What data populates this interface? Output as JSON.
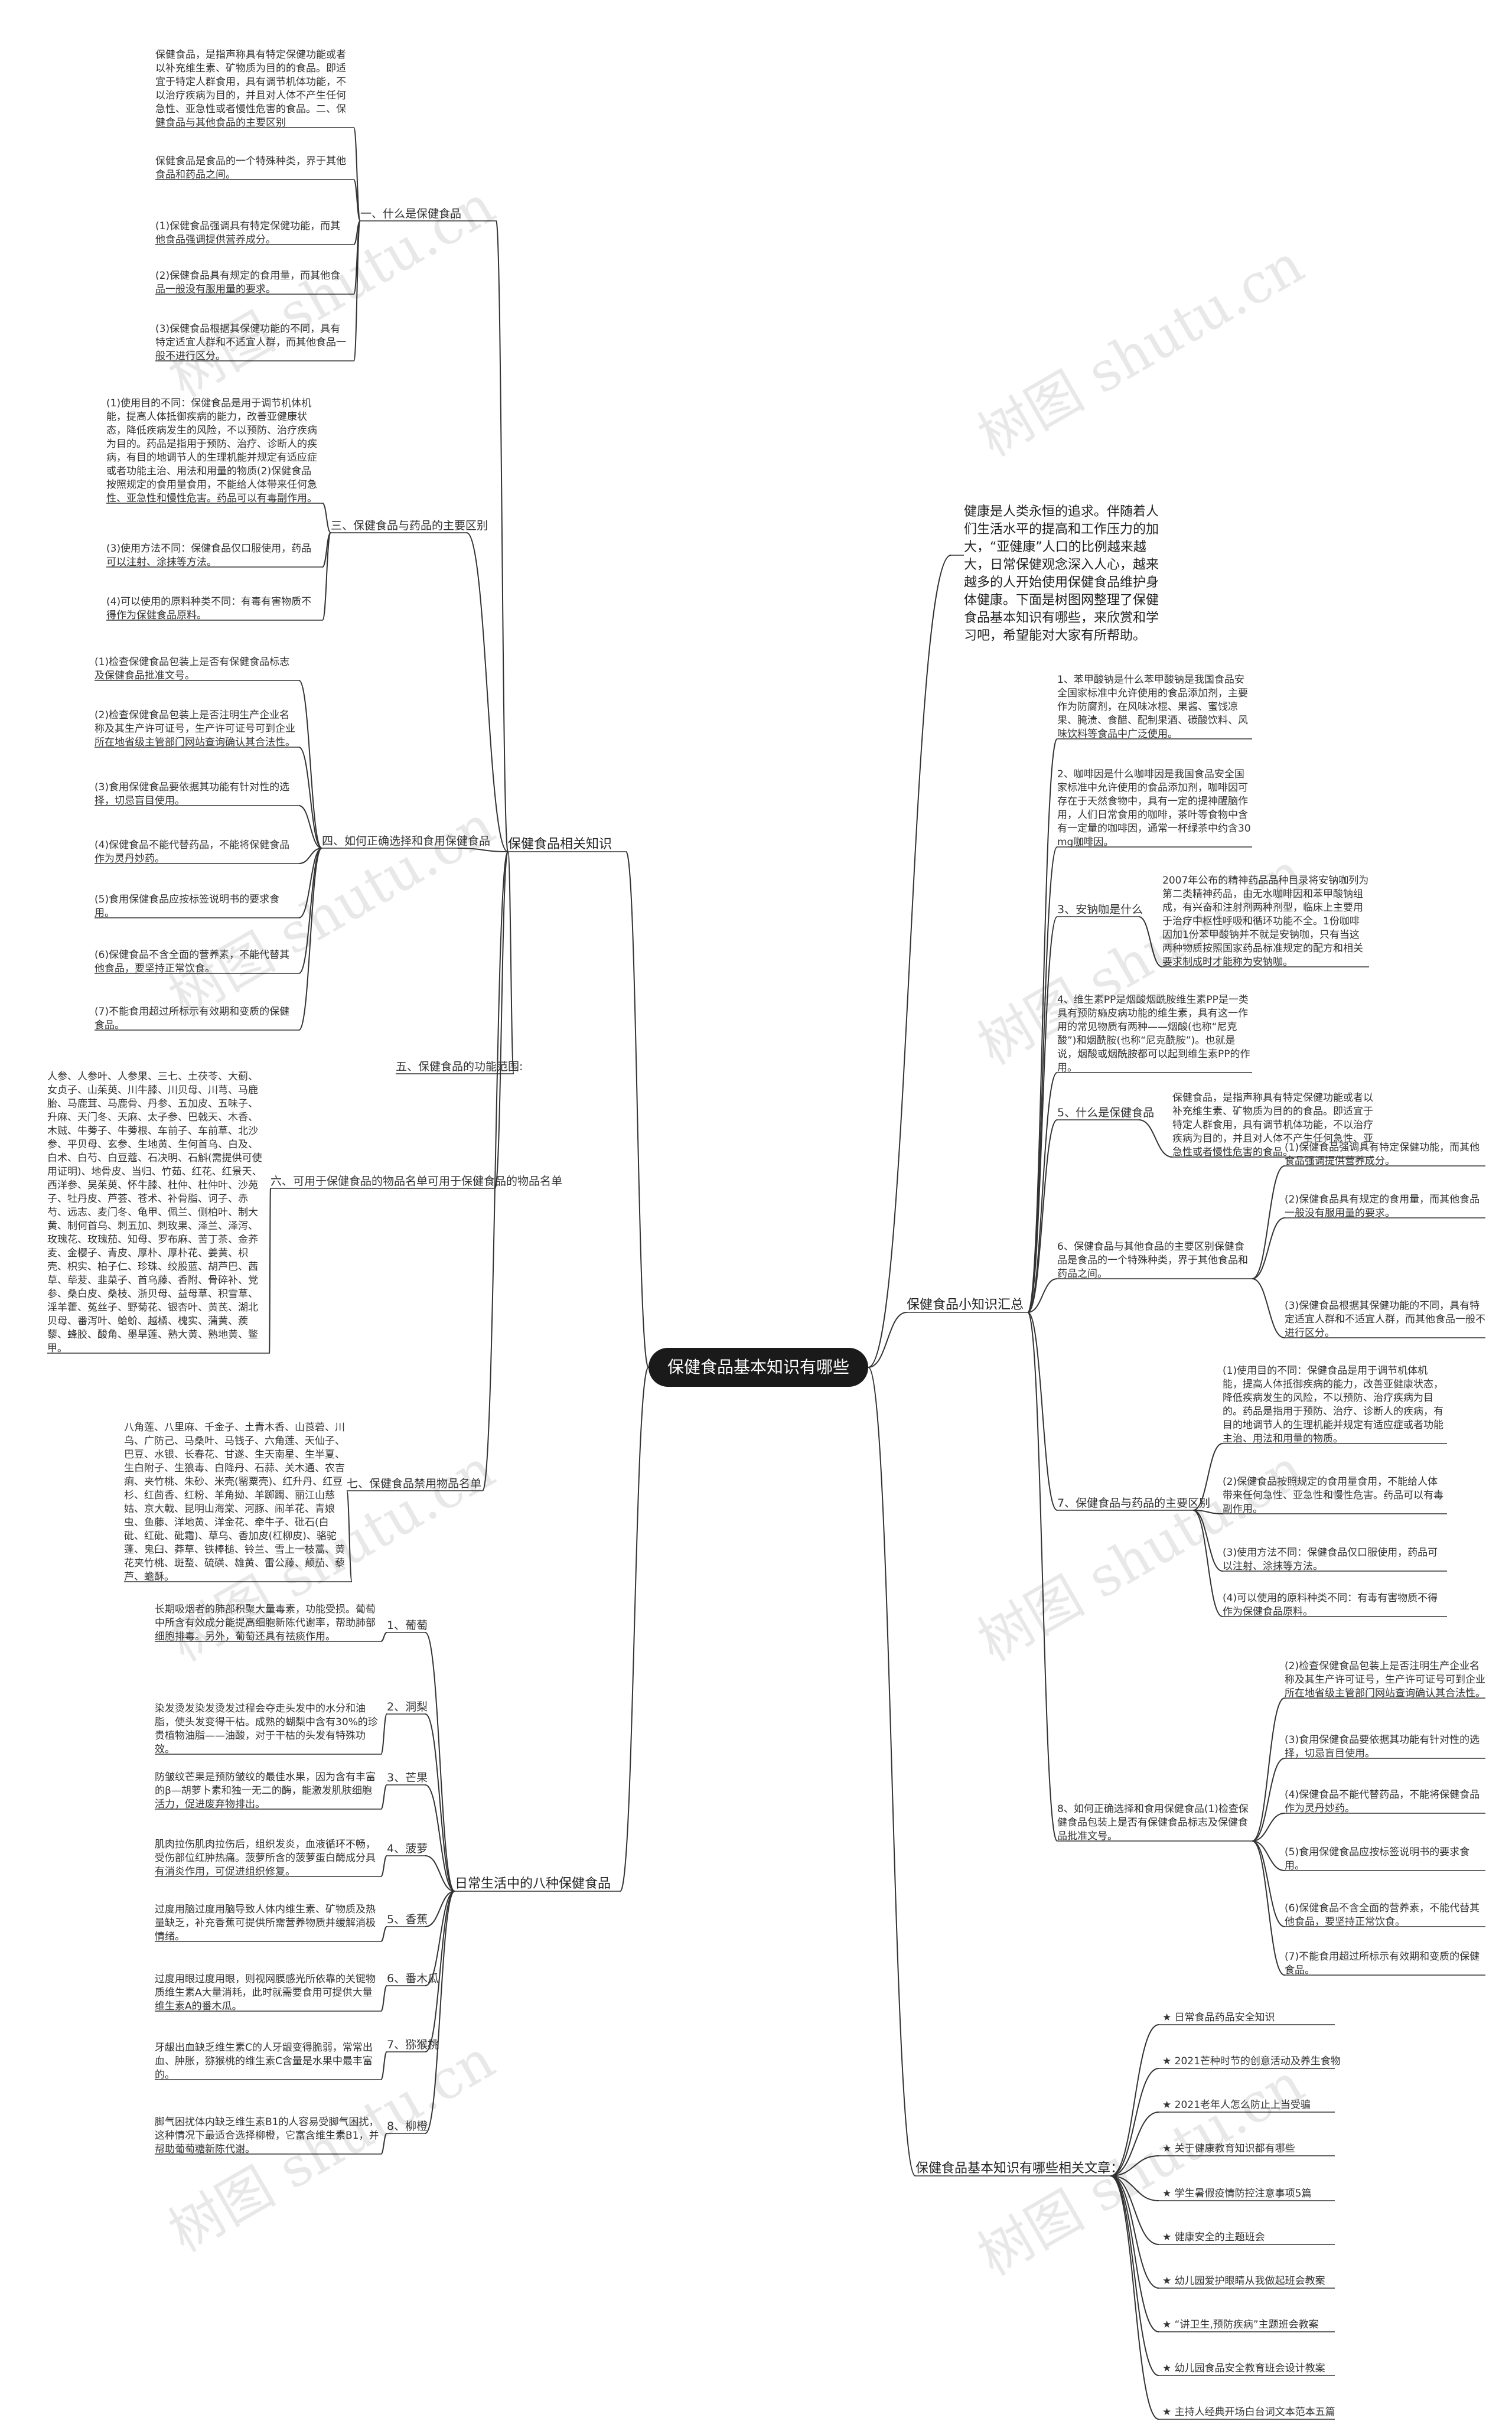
{
  "root": "保健食品基本知识有哪些",
  "watermark": "树图 shutu.cn",
  "intro": "健康是人类永恒的追求。伴随着人们生活水平的提高和工作压力的加大，“亚健康”人口的比例越来越大，日常保健观念深入人心，越来越多的人开始使用保健食品维护身体健康。下面是树图网整理了保健食品基本知识有哪些，来欣赏和学习吧，希望能对大家有所帮助。",
  "left1": {
    "label": "保健食品相关知识",
    "sections": [
      {
        "label": "一、什么是保健食品",
        "items": [
          "保健食品，是指声称具有特定保健功能或者以补充维生素、矿物质为目的的食品。即适宜于特定人群食用，具有调节机体功能，不以治疗疾病为目的，并且对人体不产生任何急性、亚急性或者慢性危害的食品。二、保健食品与其他食品的主要区别",
          "保健食品是食品的一个特殊种类，界于其他食品和药品之间。",
          "(1)保健食品强调具有特定保健功能，而其他食品强调提供营养成分。",
          "(2)保健食品具有规定的食用量，而其他食品一般没有服用量的要求。",
          "(3)保健食品根据其保健功能的不同，具有特定适宜人群和不适宜人群，而其他食品一般不进行区分。"
        ]
      },
      {
        "label": "三、保健食品与药品的主要区别",
        "items": [
          "(1)使用目的不同：保健食品是用于调节机体机能，提高人体抵御疾病的能力，改善亚健康状态，降低疾病发生的风险，不以预防、治疗疾病为目的。药品是指用于预防、治疗、诊断人的疾病，有目的地调节人的生理机能并规定有适应症或者功能主治、用法和用量的物质(2)保健食品按照规定的食用量食用，不能给人体带来任何急性、亚急性和慢性危害。药品可以有毒副作用。",
          "(3)使用方法不同：保健食品仅口服使用，药品可以注射、涂抹等方法。",
          "(4)可以使用的原料种类不同：有毒有害物质不得作为保健食品原料。"
        ]
      },
      {
        "label": "四、如何正确选择和食用保健食品",
        "items": [
          "(1)检查保健食品包装上是否有保健食品标志及保健食品批准文号。",
          "(2)检查保健食品包装上是否注明生产企业名称及其生产许可证号，生产许可证号可到企业所在地省级主管部门网站查询确认其合法性。",
          "(3)食用保健食品要依据其功能有针对性的选择，切忌盲目使用。",
          "(4)保健食品不能代替药品，不能将保健食品作为灵丹妙药。",
          "(5)食用保健食品应按标签说明书的要求食用。",
          "(6)保健食品不含全面的营养素，不能代替其他食品，要坚持正常饮食。",
          "(7)不能食用超过所标示有效期和变质的保健食品。"
        ]
      },
      {
        "label": "五、保健食品的功能范围:",
        "items": []
      },
      {
        "label": "六、可用于保健食品的物品名单可用于保健食品的物品名单",
        "items": [
          "人参、人参叶、人参果、三七、土茯苓、大蓟、女贞子、山茱萸、川牛膝、川贝母、川芎、马鹿胎、马鹿茸、马鹿骨、丹参、五加皮、五味子、升麻、天门冬、天麻、太子参、巴戟天、木香、木贼、牛蒡子、牛蒡根、车前子、车前草、北沙参、平贝母、玄参、生地黄、生何首乌、白及、白术、白芍、白豆蔻、石决明、石斛(需提供可使用证明)、地骨皮、当归、竹茹、红花、红景天、西洋参、吴茱萸、怀牛膝、杜仲、杜仲叶、沙苑子、牡丹皮、芦荟、苍术、补骨脂、诃子、赤芍、远志、麦门冬、龟甲、佩兰、侧柏叶、制大黄、制何首乌、刺五加、刺玫果、泽兰、泽泻、玫瑰花、玫瑰茄、知母、罗布麻、苦丁茶、金荞麦、金樱子、青皮、厚朴、厚朴花、姜黄、枳壳、枳实、柏子仁、珍珠、绞股蓝、胡芦巴、茜草、荜茇、韭菜子、首乌藤、香附、骨碎补、党参、桑白皮、桑枝、浙贝母、益母草、积雪草、淫羊藿、菟丝子、野菊花、银杏叶、黄芪、湖北贝母、番泻叶、蛤蚧、越橘、槐实、蒲黄、蒺藜、蜂胶、酸角、墨旱莲、熟大黄、熟地黄、鳖甲。"
        ]
      },
      {
        "label": "七、保健食品禁用物品名单",
        "items": [
          "八角莲、八里麻、千金子、土青木香、山莨菪、川乌、广防己、马桑叶、马钱子、六角莲、天仙子、巴豆、水银、长春花、甘遂、生天南星、生半夏、生白附子、生狼毒、白降丹、石蒜、关木通、农吉痢、夹竹桃、朱砂、米壳(罂粟壳)、红升丹、红豆杉、红茴香、红粉、羊角拗、羊踯躅、丽江山慈姑、京大戟、昆明山海棠、河豚、闹羊花、青娘虫、鱼藤、洋地黄、洋金花、牵牛子、砒石(白砒、红砒、砒霜)、草乌、香加皮(杠柳皮)、骆驼蓬、鬼臼、莽草、铁棒槌、铃兰、雪上一枝蒿、黄花夹竹桃、斑蝥、硫磺、雄黄、雷公藤、颠茄、藜芦、蟾酥。"
        ]
      }
    ]
  },
  "left2": {
    "label": "日常生活中的八种保健食品",
    "items": [
      {
        "label": "1、葡萄",
        "text": "长期吸烟者的肺部积聚大量毒素，功能受损。葡萄中所含有效成分能提高细胞新陈代谢率，帮助肺部细胞排毒。另外，葡萄还具有祛痰作用。"
      },
      {
        "label": "2、洞梨",
        "text": "染发烫发染发烫发过程会夺走头发中的水分和油脂，使头发变得干枯。成熟的蝴梨中含有30%的珍贵植物油脂——油酸，对于干枯的头发有特殊功效。"
      },
      {
        "label": "3、芒果",
        "text": "防皱纹芒果是预防皱纹的最佳水果，因为含有丰富的β—胡萝卜素和独一无二的酶，能激发肌肤细胞活力，促进废弃物排出。"
      },
      {
        "label": "4、菠萝",
        "text": "肌肉拉伤肌肉拉伤后，组织发炎，血液循环不畅，受伤部位红肿热痛。菠萝所含的菠萝蛋白酶成分具有消炎作用，可促进组织修复。"
      },
      {
        "label": "5、香蕉",
        "text": "过度用脑过度用脑导致人体内维生素、矿物质及热量缺乏，补充香蕉可提供所需营养物质并缓解消极情绪。"
      },
      {
        "label": "6、番木瓜",
        "text": "过度用眼过度用眼，则视网膜感光所依靠的关键物质维生素A大量消耗，此时就需要食用可提供大量维生素A的番木瓜。"
      },
      {
        "label": "7、猕猴桃",
        "text": "牙龈出血缺乏维生素C的人牙龈变得脆弱，常常出血、肿胀，猕猴桃的维生素C含量是水果中最丰富的。"
      },
      {
        "label": "8、柳橙",
        "text": "脚气困扰体内缺乏维生素B1的人容易受脚气困扰，这种情况下最适合选择柳橙，它富含维生素B1，并帮助葡萄糖新陈代谢。"
      }
    ]
  },
  "right1": {
    "label": "保健食品小知识汇总",
    "items": [
      {
        "text": "1、苯甲酸钠是什么苯甲酸钠是我国食品安全国家标准中允许使用的食品添加剂，主要作为防腐剂，在风味冰棍、果酱、蜜饯凉果、腌渍、食醋、配制果酒、碳酸饮料、风味饮料等食品中广泛使用。"
      },
      {
        "text": "2、咖啡因是什么咖啡因是我国食品安全国家标准中允许使用的食品添加剂，咖啡因可存在于天然食物中，具有一定的提神醒脑作用，人们日常食用的咖啡，茶叶等食物中含有一定量的咖啡因，通常一杯绿茶中约含30mg咖啡因。"
      },
      {
        "label": "3、安钠咖是什么",
        "text": "2007年公布的精神药品品种目录将安钠咖列为第二类精神药品，由无水咖啡因和苯甲酸钠组成，有兴奋和注射剂两种剂型，临床上主要用于治疗中枢性呼吸和循环功能不全。1份咖啡因加1份苯甲酸钠并不就是安钠咖，只有当这两种物质按照国家药品标准规定的配方和相关要求制成时才能称为安钠咖。"
      },
      {
        "text": "4、维生素PP是烟酸烟酰胺维生素PP是一类具有预防癞皮病功能的维生素，具有这一作用的常见物质有两种——烟酸(也称“尼克酸”)和烟酰胺(也称“尼克酰胺”)。也就是说，烟酸或烟酰胺都可以起到维生素PP的作用。"
      },
      {
        "label": "5、什么是保健食品",
        "text": "保健食品，是指声称具有特定保健功能或者以补充维生素、矿物质为目的的食品。即适宜于特定人群食用，具有调节机体功能，不以治疗疾病为目的，并且对人体不产生任何急性、亚急性或者慢性危害的食品。"
      },
      {
        "label": "6、保健食品与其他食品的主要区别保健食品是食品的一个特殊种类，界于其他食品和药品之间。",
        "subs": [
          "(1)保健食品强调具有特定保健功能，而其他食品强调提供营养成分。",
          "(2)保健食品具有规定的食用量，而其他食品一般没有服用量的要求。",
          "(3)保健食品根据其保健功能的不同，具有特定适宜人群和不适宜人群，而其他食品一般不进行区分。"
        ]
      },
      {
        "label": "7、保健食品与药品的主要区别",
        "subs": [
          "(1)使用目的不同：保健食品是用于调节机体机能，提高人体抵御疾病的能力，改善亚健康状态，降低疾病发生的风险，不以预防、治疗疾病为目的。药品是指用于预防、治疗、诊断人的疾病，有目的地调节人的生理机能并规定有适应症或者功能主治、用法和用量的物质。",
          "(2)保健食品按照规定的食用量食用，不能给人体带来任何急性、亚急性和慢性危害。药品可以有毒副作用。",
          "(3)使用方法不同：保健食品仅口服使用，药品可以注射、涂抹等方法。",
          "(4)可以使用的原料种类不同：有毒有害物质不得作为保健食品原料。"
        ]
      },
      {
        "label": "8、如何正确选择和食用保健食品(1)检查保健食品包装上是否有保健食品标志及保健食品批准文号。",
        "subs": [
          "(2)检查保健食品包装上是否注明生产企业名称及其生产许可证号，生产许可证号可到企业所在地省级主管部门网站查询确认其合法性。",
          "(3)食用保健食品要依据其功能有针对性的选择，切忌盲目使用。",
          "(4)保健食品不能代替药品，不能将保健食品作为灵丹妙药。",
          "(5)食用保健食品应按标签说明书的要求食用。",
          "(6)保健食品不含全面的营养素，不能代替其他食品，要坚持正常饮食。",
          "(7)不能食用超过所标示有效期和变质的保健食品。"
        ]
      }
    ]
  },
  "right2": {
    "label": "保健食品基本知识有哪些相关文章：",
    "articles": [
      "★ 日常食品药品安全知识",
      "★ 2021芒种时节的创意活动及养生食物",
      "★ 2021老年人怎么防止上当受骗",
      "★ 关于健康教育知识都有哪些",
      "★ 学生暑假疫情防控注意事项5篇",
      "★ 健康安全的主题班会",
      "★ 幼儿园爱护眼睛从我做起班会教案",
      "★ “讲卫生,预防疾病”主题班会教案",
      "★ 幼儿园食品安全教育班会设计教案",
      "★ 主持人经典开场白台词文本范本五篇"
    ]
  }
}
